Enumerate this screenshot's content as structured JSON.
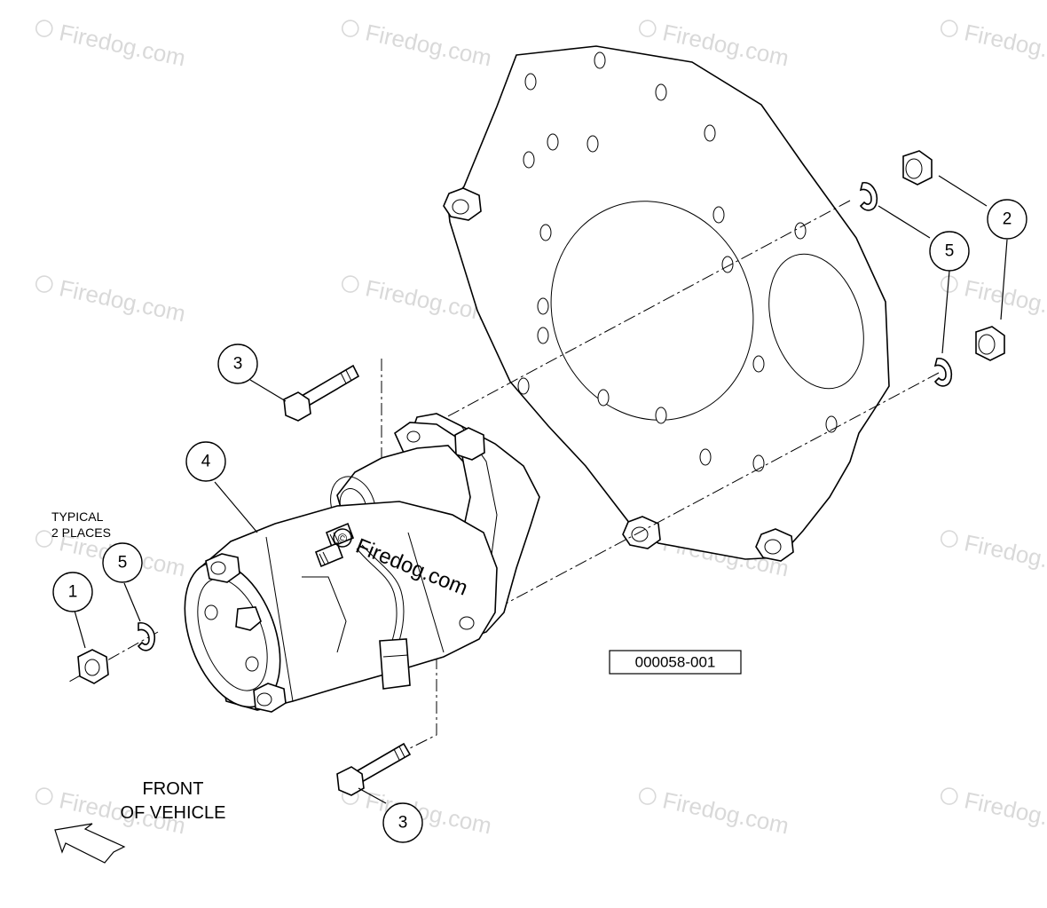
{
  "watermark": {
    "text": "Firedog.com",
    "symbol": "©"
  },
  "callouts": [
    {
      "id": "c1",
      "number": "1"
    },
    {
      "id": "c2",
      "number": "2"
    },
    {
      "id": "c3a",
      "number": "3"
    },
    {
      "id": "c3b",
      "number": "3"
    },
    {
      "id": "c4",
      "number": "4"
    },
    {
      "id": "c5a",
      "number": "5"
    },
    {
      "id": "c5b",
      "number": "5"
    }
  ],
  "notes": {
    "typical_line1": "TYPICAL",
    "typical_line2": "2 PLACES",
    "front_line1": "FRONT",
    "front_line2": "OF VEHICLE"
  },
  "part_number": "000058-001",
  "icons": [
    "front-arrow-icon",
    "copyright-icon"
  ]
}
